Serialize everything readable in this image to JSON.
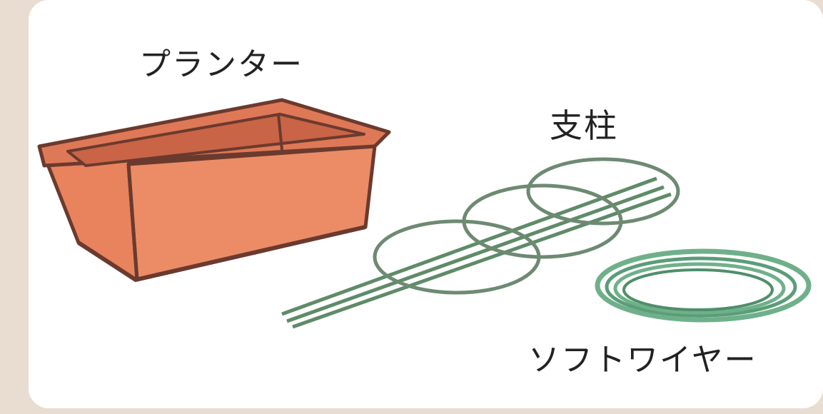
{
  "colors": {
    "background": "#e8ddd0",
    "card": "#ffffff",
    "planter_fill": "#e8835e",
    "planter_outline": "#6b3a2e",
    "stake_green": "#5f8b68",
    "wire_green": "#6fb08a"
  },
  "items": {
    "planter": {
      "label": "プランター",
      "icon": "planter-box-icon"
    },
    "stake": {
      "label": "支柱",
      "icon": "ring-stake-icon"
    },
    "wire": {
      "label": "ソフトワイヤー",
      "icon": "coiled-wire-icon"
    }
  }
}
